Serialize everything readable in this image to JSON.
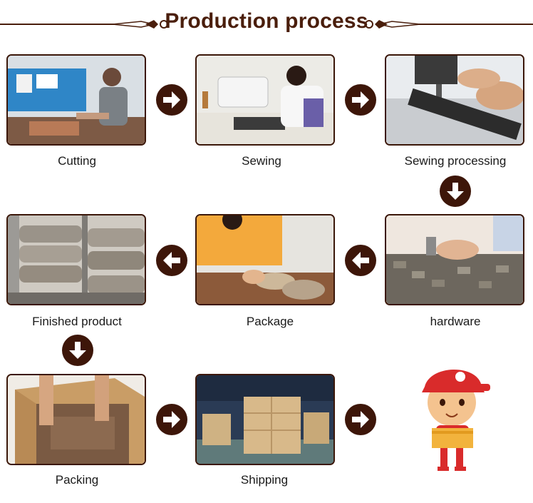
{
  "header": {
    "title": "Production process"
  },
  "steps": [
    {
      "label": "Cutting"
    },
    {
      "label": "Sewing"
    },
    {
      "label": "Sewing processing"
    },
    {
      "label": "hardware"
    },
    {
      "label": "Package"
    },
    {
      "label": "Finished product"
    },
    {
      "label": "Packing"
    },
    {
      "label": "Shipping"
    }
  ],
  "colors": {
    "accent": "#4a1e0c",
    "arrow": "#3d1609",
    "mascot_hat": "#d92b2b"
  }
}
